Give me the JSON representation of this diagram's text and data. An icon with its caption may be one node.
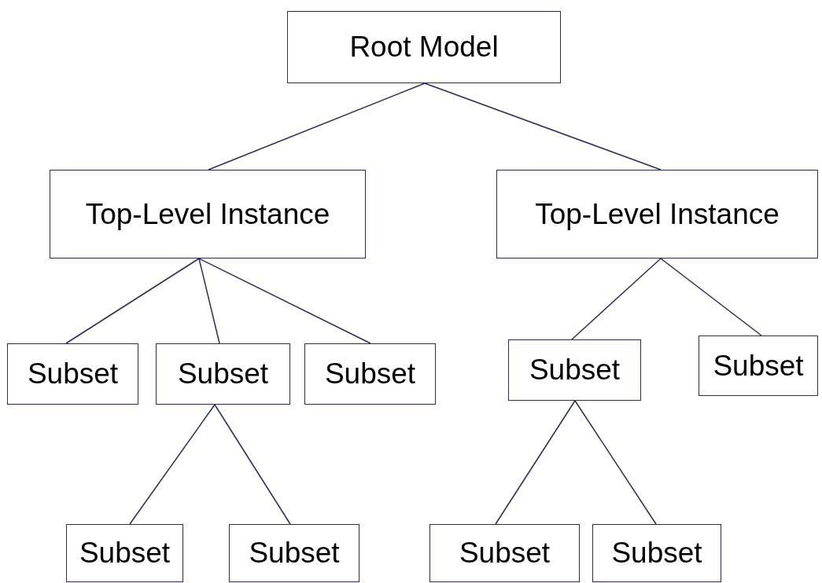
{
  "diagram": {
    "nodes": [
      {
        "text": [
          "Root Model"
        ]
      },
      {
        "text": [
          "Top-Level Instance"
        ]
      },
      {
        "text": [
          "Top-Level Instance"
        ]
      },
      {
        "text": [
          "Subset"
        ]
      },
      {
        "text": [
          "Subset"
        ]
      },
      {
        "text": [
          "Subset"
        ]
      },
      {
        "text": [
          "Subset"
        ]
      },
      {
        "text": [
          "Subset"
        ]
      },
      {
        "text": [
          "Subset"
        ]
      },
      {
        "text": [
          "Subset"
        ]
      },
      {
        "text": [
          "Subset"
        ]
      },
      {
        "text": [
          "Subset"
        ]
      }
    ],
    "edges": [
      {
        "from": 0,
        "to": 1,
        "arrow": "none"
      },
      {
        "from": 0,
        "to": 2,
        "arrow": "none"
      },
      {
        "from": 1,
        "to": 3,
        "arrow": "none"
      },
      {
        "from": 1,
        "to": 4,
        "arrow": "none"
      },
      {
        "from": 1,
        "to": 5,
        "arrow": "none"
      },
      {
        "from": 2,
        "to": 6,
        "arrow": "none"
      },
      {
        "from": 2,
        "to": 7,
        "arrow": "none"
      },
      {
        "from": 4,
        "to": 8,
        "arrow": "none"
      },
      {
        "from": 4,
        "to": 9,
        "arrow": "none"
      },
      {
        "from": 6,
        "to": 10,
        "arrow": "none"
      },
      {
        "from": 6,
        "to": 11,
        "arrow": "none"
      }
    ]
  }
}
